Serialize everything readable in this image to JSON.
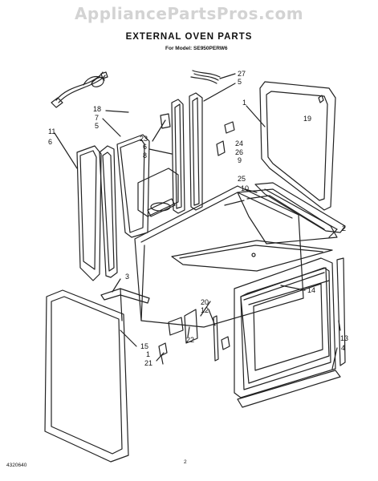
{
  "watermark": "AppliancePartsPros.com",
  "title": "EXTERNAL OVEN PARTS",
  "model_line": "For Model: SE950PERW6",
  "footer": {
    "code": "4320640",
    "page": "2"
  },
  "callouts": [
    "27",
    "5",
    "1",
    "19",
    "18",
    "7",
    "5",
    "23",
    "6",
    "8",
    "24",
    "26",
    "11",
    "6",
    "9",
    "25",
    "10",
    "2",
    "3",
    "14",
    "20",
    "12",
    "22",
    "15",
    "1",
    "21",
    "13",
    "4"
  ]
}
